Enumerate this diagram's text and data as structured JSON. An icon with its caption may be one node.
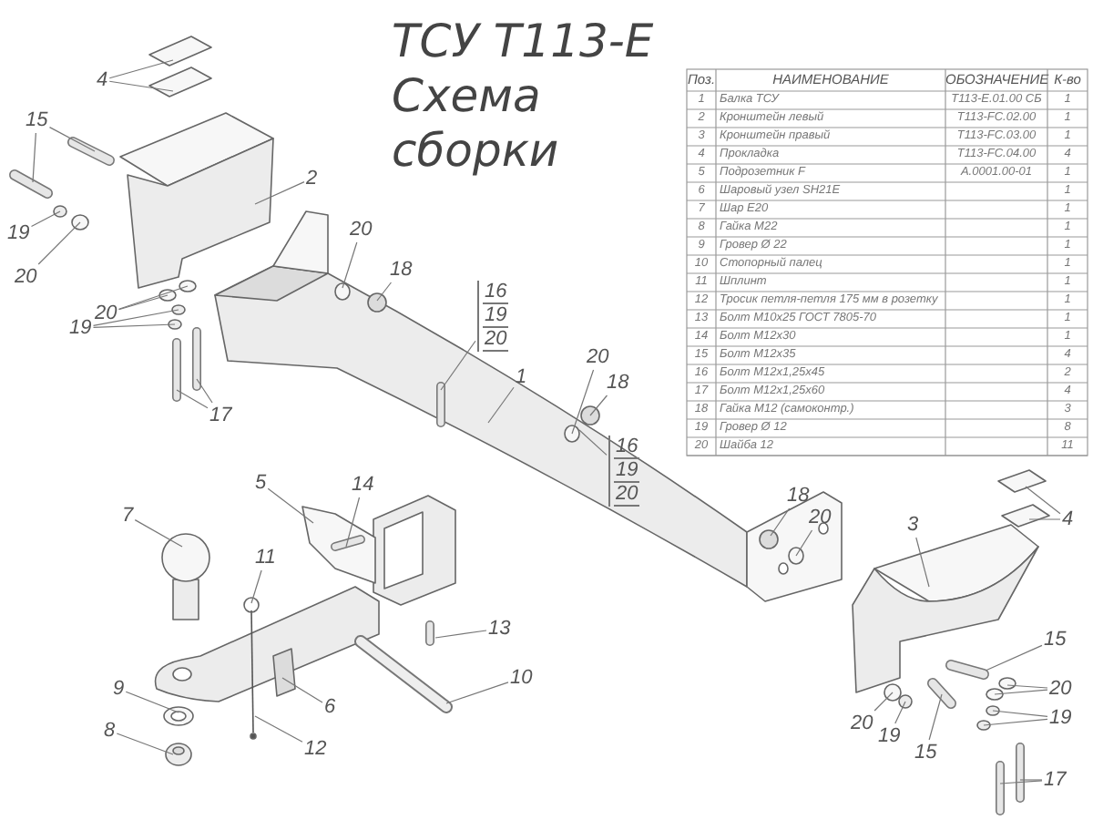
{
  "diagram": {
    "title": "ТСУ Т113-Е Схема сборки",
    "nodes": [
      {
        "text": [
          "4"
        ]
      },
      {
        "text": [
          "15"
        ]
      },
      {
        "text": [
          "2"
        ]
      },
      {
        "text": [
          "19"
        ]
      },
      {
        "text": [
          "20"
        ]
      },
      {
        "text": [
          "20"
        ]
      },
      {
        "text": [
          "18"
        ]
      },
      {
        "text": [
          "16",
          "19",
          "20"
        ]
      },
      {
        "text": [
          "20"
        ]
      },
      {
        "text": [
          "19"
        ]
      },
      {
        "text": [
          "1"
        ]
      },
      {
        "text": [
          "17"
        ]
      },
      {
        "text": [
          "20"
        ]
      },
      {
        "text": [
          "18"
        ]
      },
      {
        "text": [
          "16",
          "19",
          "20"
        ]
      },
      {
        "text": [
          "5"
        ]
      },
      {
        "text": [
          "14"
        ]
      },
      {
        "text": [
          "7"
        ]
      },
      {
        "text": [
          "11"
        ]
      },
      {
        "text": [
          "13"
        ]
      },
      {
        "text": [
          "18"
        ]
      },
      {
        "text": [
          "20"
        ]
      },
      {
        "text": [
          "3"
        ]
      },
      {
        "text": [
          "4"
        ]
      },
      {
        "text": [
          "10"
        ]
      },
      {
        "text": [
          "15"
        ]
      },
      {
        "text": [
          "20"
        ]
      },
      {
        "text": [
          "6"
        ]
      },
      {
        "text": [
          "9"
        ]
      },
      {
        "text": [
          "19"
        ]
      },
      {
        "text": [
          "20"
        ]
      },
      {
        "text": [
          "8"
        ]
      },
      {
        "text": [
          "19"
        ]
      },
      {
        "text": [
          "15"
        ]
      },
      {
        "text": [
          "12"
        ]
      },
      {
        "text": [
          "17"
        ]
      }
    ],
    "edges": [
      {
        "from": 0,
        "to": null,
        "arrow": "none"
      },
      {
        "from": 0,
        "to": null,
        "arrow": "none"
      },
      {
        "from": 1,
        "to": null,
        "arrow": "none"
      },
      {
        "from": 1,
        "to": null,
        "arrow": "none"
      },
      {
        "from": 2,
        "to": null,
        "arrow": "none"
      },
      {
        "from": 3,
        "to": null,
        "arrow": "none"
      },
      {
        "from": 4,
        "to": null,
        "arrow": "none"
      },
      {
        "from": 5,
        "to": null,
        "arrow": "none"
      },
      {
        "from": 6,
        "to": null,
        "arrow": "none"
      },
      {
        "from": 7,
        "to": null,
        "arrow": "none"
      },
      {
        "from": 8,
        "to": null,
        "arrow": "none"
      },
      {
        "from": 8,
        "to": null,
        "arrow": "none"
      },
      {
        "from": 9,
        "to": null,
        "arrow": "none"
      },
      {
        "from": 9,
        "to": null,
        "arrow": "none"
      },
      {
        "from": 10,
        "to": null,
        "arrow": "none"
      },
      {
        "from": 11,
        "to": null,
        "arrow": "none"
      },
      {
        "from": 11,
        "to": null,
        "arrow": "none"
      },
      {
        "from": 12,
        "to": null,
        "arrow": "none"
      },
      {
        "from": 13,
        "to": null,
        "arrow": "none"
      },
      {
        "from": 14,
        "to": null,
        "arrow": "none"
      },
      {
        "from": 15,
        "to": null,
        "arrow": "none"
      },
      {
        "from": 16,
        "to": null,
        "arrow": "none"
      },
      {
        "from": 17,
        "to": null,
        "arrow": "none"
      },
      {
        "from": 18,
        "to": null,
        "arrow": "none"
      },
      {
        "from": 19,
        "to": null,
        "arrow": "none"
      },
      {
        "from": 20,
        "to": null,
        "arrow": "none"
      },
      {
        "from": 21,
        "to": null,
        "arrow": "none"
      },
      {
        "from": 22,
        "to": null,
        "arrow": "none"
      },
      {
        "from": 23,
        "to": null,
        "arrow": "none"
      },
      {
        "from": 23,
        "to": null,
        "arrow": "none"
      },
      {
        "from": 24,
        "to": null,
        "arrow": "none"
      },
      {
        "from": 25,
        "to": null,
        "arrow": "none"
      },
      {
        "from": 26,
        "to": null,
        "arrow": "none"
      },
      {
        "from": 26,
        "to": null,
        "arrow": "none"
      },
      {
        "from": 27,
        "to": null,
        "arrow": "none"
      },
      {
        "from": 28,
        "to": null,
        "arrow": "none"
      },
      {
        "from": 29,
        "to": null,
        "arrow": "none"
      },
      {
        "from": 29,
        "to": null,
        "arrow": "none"
      },
      {
        "from": 30,
        "to": null,
        "arrow": "none"
      },
      {
        "from": 31,
        "to": null,
        "arrow": "none"
      },
      {
        "from": 32,
        "to": null,
        "arrow": "none"
      },
      {
        "from": 33,
        "to": null,
        "arrow": "none"
      },
      {
        "from": 34,
        "to": null,
        "arrow": "none"
      },
      {
        "from": 35,
        "to": null,
        "arrow": "none"
      },
      {
        "from": 35,
        "to": null,
        "arrow": "none"
      }
    ],
    "labels": [
      "Поз.",
      "НАИМЕНОВАНИЕ",
      "ОБОЗНАЧЕНИЕ",
      "К-во",
      "1",
      "Балка ТСУ",
      "Т113-Е.01.00 СБ",
      "1",
      "2",
      "Кронштейн левый",
      "Т113-FC.02.00",
      "1",
      "3",
      "Кронштейн правый",
      "Т113-FC.03.00",
      "1",
      "4",
      "Прокладка",
      "Т113-FC.04.00",
      "4",
      "5",
      "Подрозетник F",
      "А.0001.00-01",
      "1",
      "6",
      "Шаровый узел SH21E",
      "1",
      "7",
      "Шар Е20",
      "1",
      "8",
      "Гайка М22",
      "1",
      "9",
      "Гровер Ø 22",
      "1",
      "10",
      "Стопорный палец",
      "1",
      "11",
      "Шплинт",
      "1",
      "12",
      "Тросик петля-петля 175 мм в розетку",
      "1",
      "13",
      "Болт М10х25 ГОСТ 7805-70",
      "1",
      "14",
      "Болт М12х30",
      "1",
      "15",
      "Болт М12х35",
      "4",
      "16",
      "Болт М12х1,25х45",
      "2",
      "17",
      "Болт М12х1,25х60",
      "4",
      "18",
      "Гайка М12 (самоконтр.)",
      "3",
      "19",
      "Гровер Ø 12",
      "8",
      "20",
      "Шайба 12",
      "11"
    ]
  }
}
